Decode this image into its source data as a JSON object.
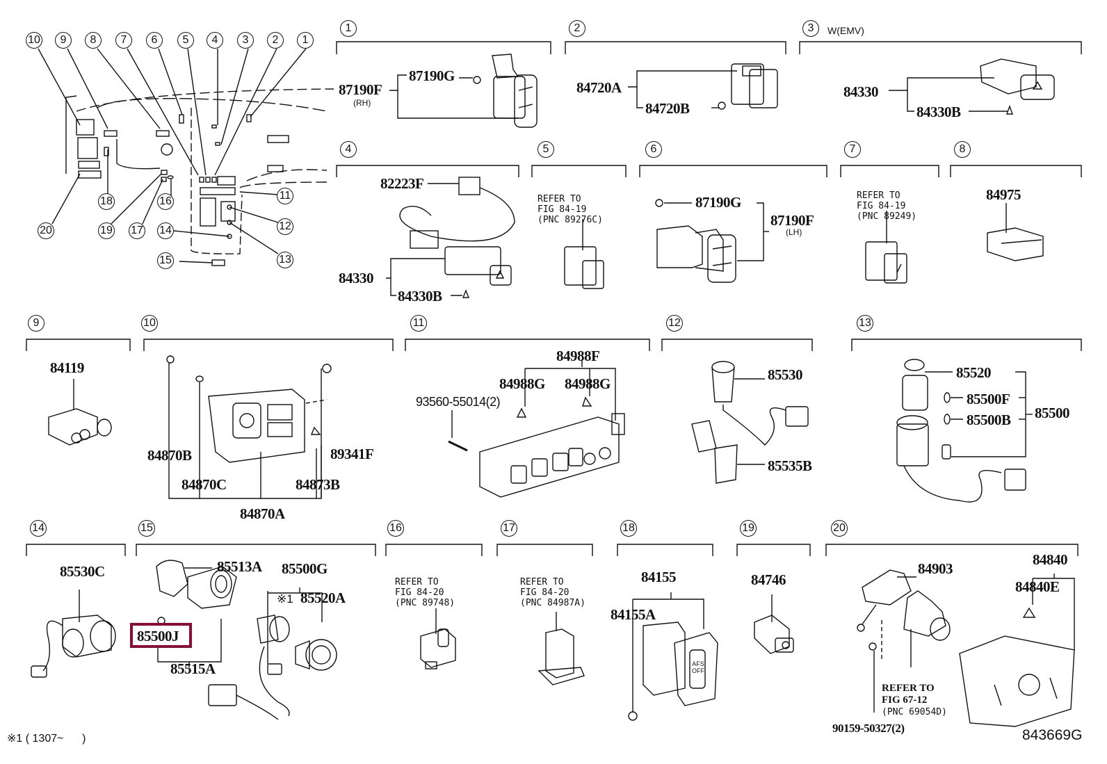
{
  "figure_id": "843669G",
  "footnote": "※1 ( 1307~      )",
  "overview": {
    "callouts": [
      "10",
      "9",
      "8",
      "7",
      "6",
      "5",
      "4",
      "3",
      "2",
      "1",
      "11",
      "12",
      "13",
      "14",
      "15",
      "16",
      "17",
      "18",
      "19",
      "20"
    ]
  },
  "sections": [
    {
      "num": "1",
      "qualifier": "",
      "parts": [
        "87190F",
        "(RH)",
        "87190G"
      ]
    },
    {
      "num": "2",
      "qualifier": "",
      "parts": [
        "84720A",
        "84720B"
      ]
    },
    {
      "num": "3",
      "qualifier": "W(EMV)",
      "parts": [
        "84330",
        "84330B"
      ]
    },
    {
      "num": "4",
      "qualifier": "",
      "parts": [
        "82223F",
        "84330",
        "84330B"
      ]
    },
    {
      "num": "5",
      "qualifier": "",
      "refer": [
        "REFER TO",
        "FIG 84-19",
        "(PNC 89276C)"
      ]
    },
    {
      "num": "6",
      "qualifier": "",
      "parts": [
        "87190G",
        "87190F",
        "(LH)"
      ]
    },
    {
      "num": "7",
      "qualifier": "",
      "refer": [
        "REFER TO",
        "FIG 84-19",
        "(PNC 89249)"
      ]
    },
    {
      "num": "8",
      "qualifier": "",
      "parts": [
        "84975"
      ]
    },
    {
      "num": "9",
      "qualifier": "",
      "parts": [
        "84119"
      ]
    },
    {
      "num": "10",
      "qualifier": "",
      "parts": [
        "84870B",
        "84870C",
        "84873B",
        "89341F",
        "84870A"
      ]
    },
    {
      "num": "11",
      "qualifier": "",
      "parts": [
        "84988F",
        "84988G",
        "84988G",
        "93560-55014(2)"
      ]
    },
    {
      "num": "12",
      "qualifier": "",
      "parts": [
        "85530",
        "85535B"
      ]
    },
    {
      "num": "13",
      "qualifier": "",
      "parts": [
        "85520",
        "85500F",
        "85500B",
        "85500"
      ]
    },
    {
      "num": "14",
      "qualifier": "",
      "parts": [
        "85530C"
      ]
    },
    {
      "num": "15",
      "qualifier": "",
      "parts": [
        "85513A",
        "85500G",
        "※1",
        "85520A",
        "85500J",
        "85515A"
      ]
    },
    {
      "num": "16",
      "qualifier": "",
      "refer": [
        "REFER TO",
        "FIG 84-20",
        "(PNC 89748)"
      ]
    },
    {
      "num": "17",
      "qualifier": "",
      "refer": [
        "REFER TO",
        "FIG 84-20",
        "(PNC 84987A)"
      ]
    },
    {
      "num": "18",
      "qualifier": "",
      "parts": [
        "84155",
        "84155A"
      ],
      "button_text": [
        "AFS",
        "OFF"
      ]
    },
    {
      "num": "19",
      "qualifier": "",
      "parts": [
        "84746"
      ]
    },
    {
      "num": "20",
      "qualifier": "",
      "parts": [
        "84903",
        "84840",
        "84840E",
        "90159-50327(2)"
      ],
      "refer": [
        "REFER TO",
        "FIG 67-12",
        "(PNC 69054D)"
      ]
    }
  ],
  "highlight": {
    "part": "85500J",
    "color": "#8e0b36"
  }
}
